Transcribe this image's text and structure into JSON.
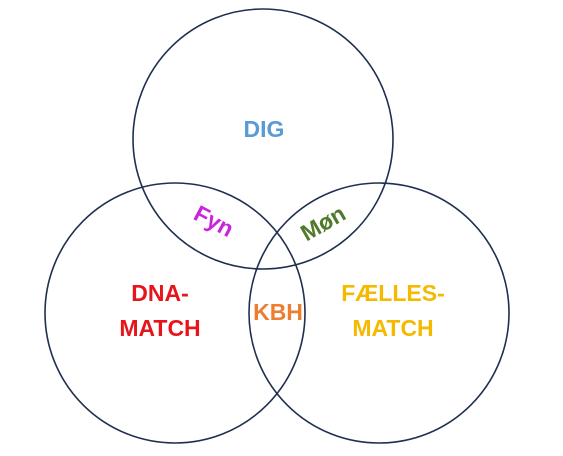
{
  "diagram": {
    "sets": [
      {
        "id": "dig",
        "label": "DIG",
        "color": "#5b9bd5"
      },
      {
        "id": "dna",
        "label_lines": [
          "DNA-",
          "MATCH"
        ],
        "color": "#e8141b"
      },
      {
        "id": "faelles",
        "label_lines": [
          "FÆLLES-",
          "MATCH"
        ],
        "color": "#f5b900"
      }
    ],
    "intersections": [
      {
        "id": "dig-dna",
        "label": "Fyn",
        "color": "#cc22dd"
      },
      {
        "id": "dig-faelles",
        "label": "Møn",
        "color": "#4e7a29"
      },
      {
        "id": "dna-faelles",
        "label": "KBH",
        "color": "#ed7d31"
      }
    ],
    "line_color": "#1f2f4f"
  }
}
